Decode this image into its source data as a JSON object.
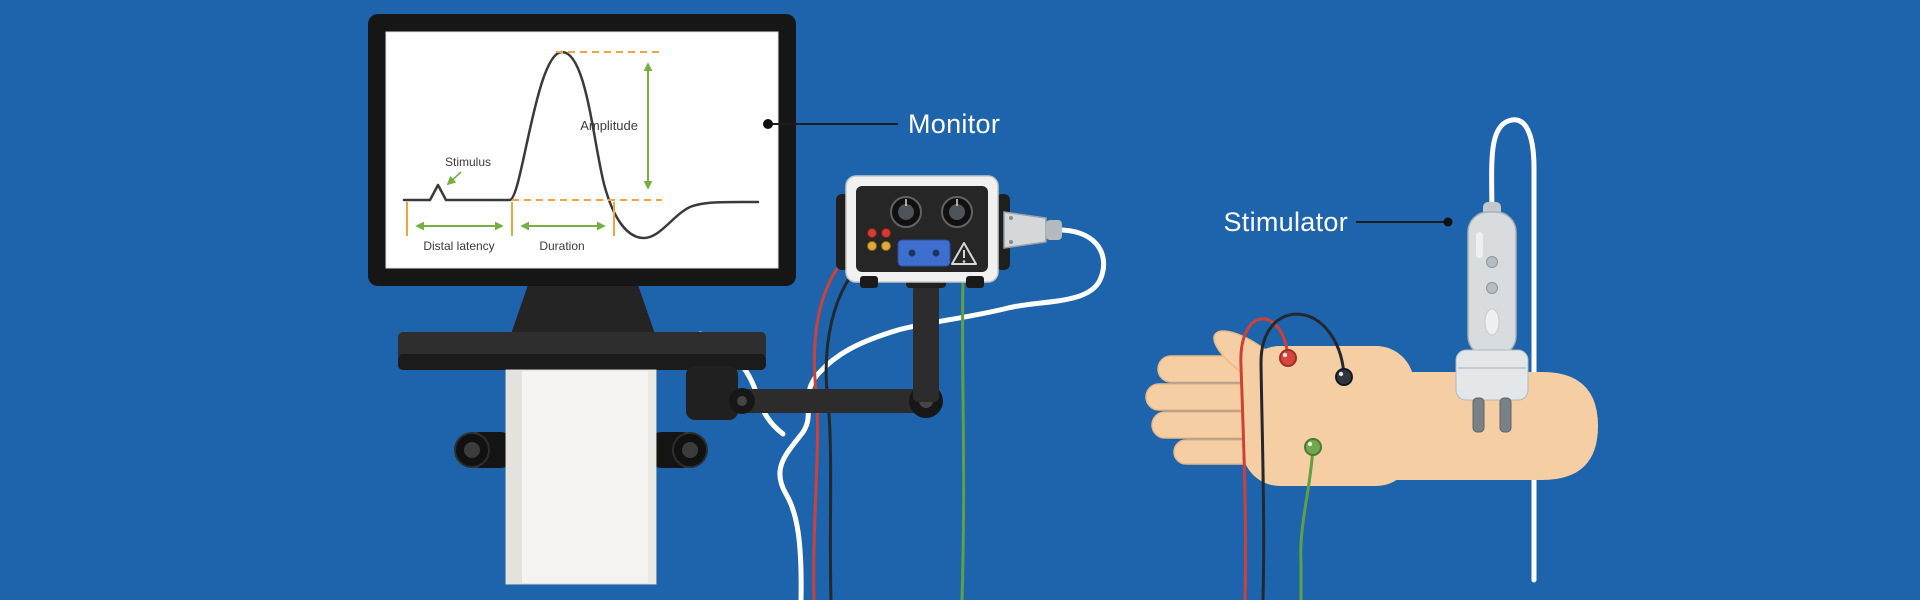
{
  "callouts": {
    "monitor": "Monitor",
    "stimulator": "Stimulator"
  },
  "waveform_labels": {
    "stimulus": "Stimulus",
    "amplitude": "Amplitude",
    "distal_latency": "Distal latency",
    "duration": "Duration"
  },
  "colors": {
    "background": "#1d64ad",
    "callout_text": "#ffffff",
    "callout_line": "#1c1c1c",
    "monitor_frame": "#161616",
    "screen": "#ffffff",
    "waveform_stroke": "#3a3a3a",
    "annotation_green": "#76b043",
    "annotation_orange": "#f2a33c",
    "chart_text": "#3b3b3b",
    "cart_dark": "#2c2c2c",
    "pedestal": "#f4f3f1",
    "amplifier_body": "#f1f1f1",
    "amplifier_panel": "#262626",
    "blue_plate": "#3f6fce",
    "skin": "#f5cfa3",
    "skin_outline": "#ecba85",
    "wire_red": "#cf4037",
    "wire_black": "#23282e",
    "wire_green": "#5f9f45",
    "cable_white": "#ffffff",
    "stimulator_body": "#d8dcdf",
    "electrode_red": "#d6453c",
    "electrode_black": "#2f3640",
    "electrode_green": "#71a84e"
  }
}
